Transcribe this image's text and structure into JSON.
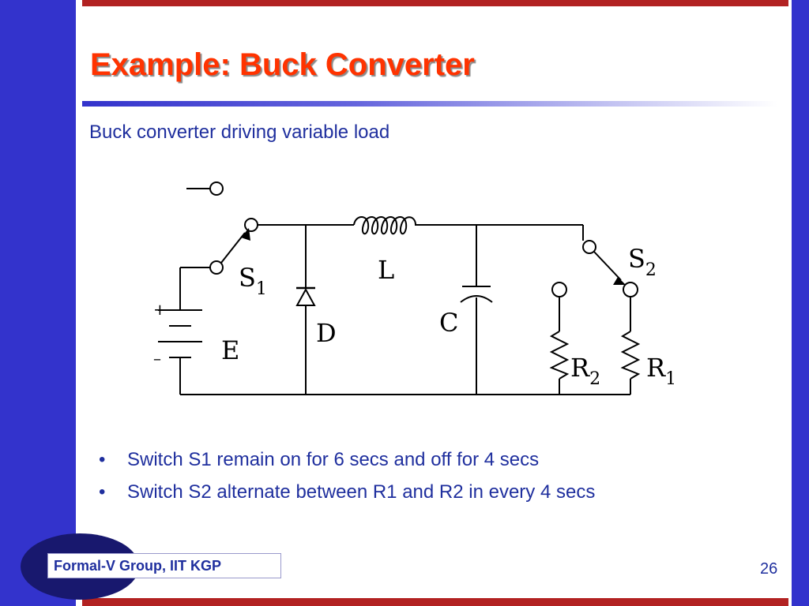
{
  "slide": {
    "title": "Example: Buck Converter",
    "subtitle": "Buck converter driving variable load",
    "bullets": [
      "Switch S1 remain on for 6 secs and off for 4 secs",
      "Switch S2 alternate between R1 and R2 in every 4 secs"
    ],
    "bullet_marker": "•",
    "footer": "Formal-V Group, IIT KGP",
    "page_number": "26"
  },
  "circuit": {
    "switch_1": {
      "letter": "S",
      "subscript": "1"
    },
    "switch_2": {
      "letter": "S",
      "subscript": "2"
    },
    "inductor": "L",
    "diode": "D",
    "capacitor": "C",
    "source": "E",
    "resistor_1": {
      "letter": "R",
      "subscript": "1"
    },
    "resistor_2": {
      "letter": "R",
      "subscript": "2"
    },
    "plus_sign": "+",
    "minus_sign": "–"
  },
  "colors": {
    "border_blue": "#3333cc",
    "accent_red": "#b22222",
    "title_orange": "#ff3300",
    "text_navy": "#1f2f9e",
    "oval_navy": "#18186e"
  }
}
